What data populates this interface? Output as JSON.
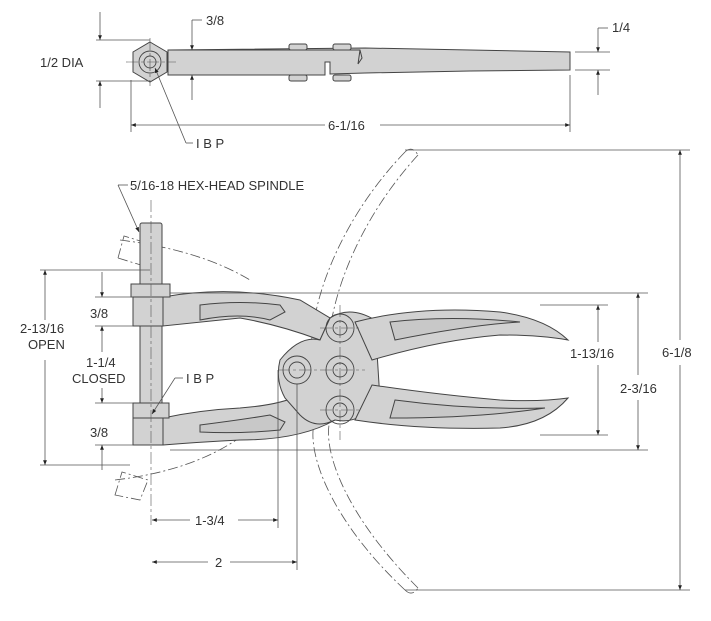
{
  "top_view": {
    "dia_label": "1/2 DIA",
    "thickness_label": "3/8",
    "tip_label": "1/4",
    "length_label": "6-1/16",
    "ibp_label": "I B P"
  },
  "side_view": {
    "spindle_label": "5/16-18 HEX-HEAD SPINDLE",
    "upper_jaw_label": "3/8",
    "lower_jaw_label": "3/8",
    "open_label_1": "2-13/16",
    "open_label_2": "OPEN",
    "closed_label_1": "1-1/4",
    "closed_label_2": "CLOSED",
    "ibp_label": "I B P",
    "inner_handle_label": "1-13/16",
    "outer_handle_label": "2-3/16",
    "overall_open_label": "6-1/8",
    "pivot_offset_label": "1-3/4",
    "pivot_offset2_label": "2"
  }
}
